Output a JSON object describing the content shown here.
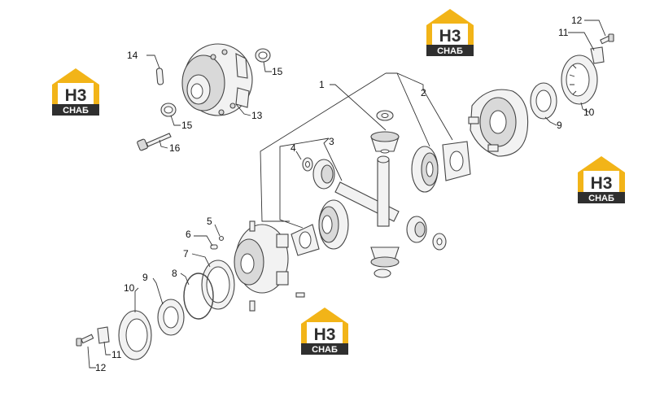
{
  "brand": {
    "logo_mark": "Н3",
    "logo_word": "СНАБ",
    "colors": {
      "yellow": "#f2b418",
      "dark": "#2f2f2f",
      "white": "#ffffff"
    }
  },
  "callouts": {
    "n1": "1",
    "n2": "2",
    "n3": "3",
    "n4": "4",
    "n5": "5",
    "n6": "6",
    "n7": "7",
    "n8": "8",
    "n9a": "9",
    "n9b": "9",
    "n10a": "10",
    "n10b": "10",
    "n11a": "11",
    "n11b": "11",
    "n12a": "12",
    "n12b": "12",
    "n13": "13",
    "n14": "14",
    "n15a": "15",
    "n15b": "15",
    "n16": "16"
  }
}
